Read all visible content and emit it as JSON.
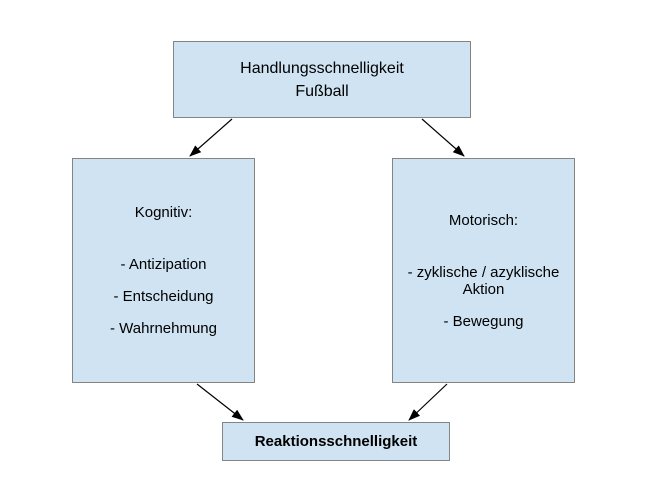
{
  "diagram": {
    "background_color": "#ffffff",
    "box_fill_color": "#cfe3f2",
    "box_border_color": "#848484",
    "arrow_color": "#000000",
    "title_box": {
      "line1": "Handlungsschnelligkeit",
      "line2": "Fußball"
    },
    "kognitiv_box": {
      "heading": "Kognitiv:",
      "items": [
        "- Antizipation",
        "- Entscheidung",
        "- Wahrnehmung"
      ]
    },
    "motorisch_box": {
      "heading": "Motorisch:",
      "items": [
        "- zyklische / azyklische Aktion",
        "- Bewegung"
      ]
    },
    "reaktion_box": {
      "label": "Reaktionsschnelligkeit"
    }
  }
}
